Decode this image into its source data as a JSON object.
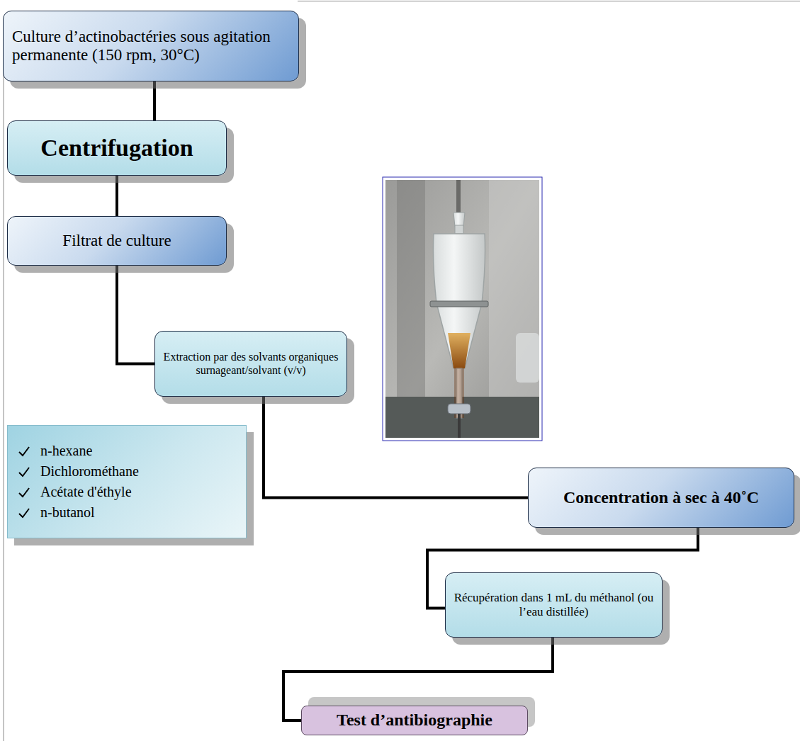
{
  "diagram": {
    "nodes": [
      {
        "text": [
          "Culture d’actinobactéries sous agitation permanente (150 rpm, 30°C)"
        ]
      },
      {
        "text": [
          "Centrifugation"
        ]
      },
      {
        "text": [
          "Filtrat de culture"
        ]
      },
      {
        "text": [
          "Extraction par des solvants organiques surnageant/solvant (v/v)"
        ]
      },
      {
        "text": [
          "n-hexane",
          "Dichlorométhane",
          "Acétate d'éthyle",
          "n-butanol"
        ]
      },
      {
        "text": [
          "Concentration à sec à 40˚C"
        ]
      },
      {
        "text": [
          "Récupération dans 1 mL du méthanol (ou l’eau distillée)"
        ]
      },
      {
        "text": [
          "Test d’antibiographie"
        ]
      }
    ],
    "edges": [
      {
        "from": 0,
        "to": 1,
        "arrow": "none"
      },
      {
        "from": 1,
        "to": 2,
        "arrow": "none"
      },
      {
        "from": 2,
        "to": 3,
        "arrow": "none"
      },
      {
        "from": 3,
        "to": 5,
        "arrow": "none"
      },
      {
        "from": 5,
        "to": 6,
        "arrow": "none"
      },
      {
        "from": 6,
        "to": 7,
        "arrow": "none"
      }
    ]
  }
}
